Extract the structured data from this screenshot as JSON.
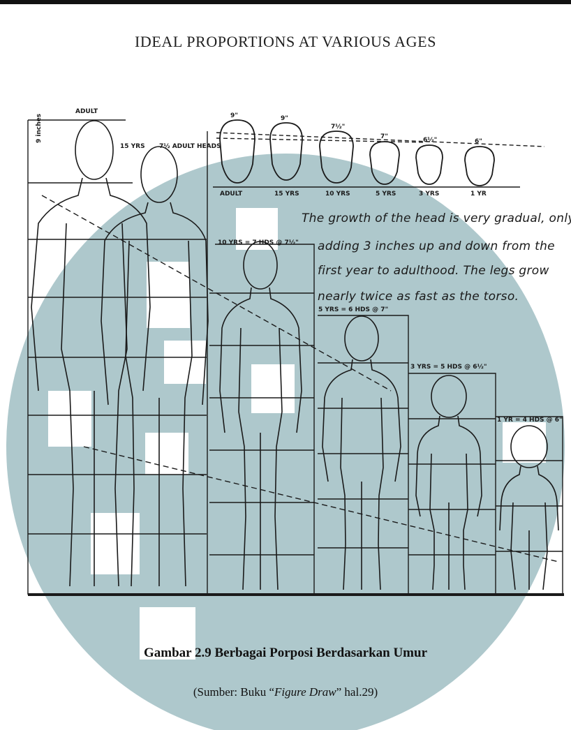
{
  "document": {
    "title": "IDEAL PROPORTIONS AT VARIOUS AGES",
    "caption": "Gambar 2.9 Berbagai Porposi Berdasarkan Umur",
    "source": {
      "prefix": "(Sumber: Buku “",
      "book": "Figure Draw",
      "suffix": "” hal.29)"
    }
  },
  "figure": {
    "annotation_lines": [
      "The growth of the head is very gradual, only",
      "adding 3 inches up and down from the",
      "first year to adulthood. The legs grow",
      "nearly twice as fast as the torso."
    ],
    "heads": [
      {
        "size": "9\"",
        "label": "ADULT"
      },
      {
        "size": "9\"",
        "label": "15 YRS"
      },
      {
        "size": "7½\"",
        "label": "10 YRS"
      },
      {
        "size": "7\"",
        "label": "5 YRS"
      },
      {
        "size": "6½\"",
        "label": "3 YRS"
      },
      {
        "size": "6\"",
        "label": "1 YR"
      }
    ],
    "figure_labels": {
      "adult": "ADULT",
      "fifteen_yrs": "15 YRS",
      "adult_heads": "7½ ADULT HEADS",
      "ten_yrs": "10 YRS = 7 HDS @ 7½\"",
      "five_yrs": "5 YRS = 6 HDS @ 7\"",
      "three_yrs": "3 YRS = 5 HDS @ 6½\"",
      "one_yr": "1 YR = 4 HDS @ 6\"",
      "nine_inches": "9 inches"
    }
  },
  "colors": {
    "watermark": "#aec8cc",
    "ink": "#1a1a1a",
    "background": "#ffffff"
  }
}
